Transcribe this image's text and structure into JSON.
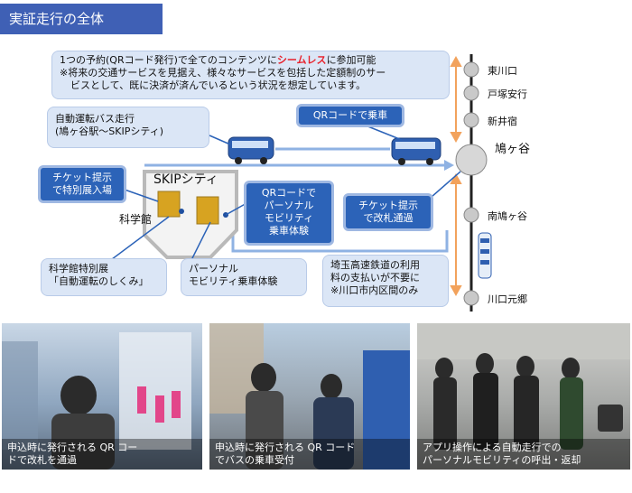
{
  "title": "実証走行の全体",
  "intro": {
    "line1_before": "1つの予約(QRコード発行)で全てのコンテンツに",
    "line1_accent": "シームレス",
    "line1_after": "に参加可能",
    "line2": "※将来の交通サービスを見据え、様々なサービスを包括した定額制のサー",
    "line3": "ビスとして、既に決済が済んでいるという状況を想定しています。"
  },
  "bus_route": {
    "line1": "自動運転バス走行",
    "line2": "(鳩ヶ谷駅～SKIPシティ)"
  },
  "qr_boarding": "QRコードで乗車",
  "ticket_exhibit": {
    "line1": "チケット提示",
    "line2": "で特別展入場"
  },
  "skip_city": "SKIPシティ",
  "science_museum": "科学館",
  "qr_mobility": {
    "line1": "QRコードで",
    "line2": "パーソナル",
    "line3": "モビリティ",
    "line4": "乗車体験"
  },
  "ticket_gate": {
    "line1": "チケット提示",
    "line2": "で改札通過"
  },
  "exhibit_label": {
    "line1": "科学館特別展",
    "line2": "「自動運転のしくみ」"
  },
  "mobility_label": {
    "line1": "パーソナル",
    "line2": "モビリティ乗車体験"
  },
  "railway_note": {
    "line1": "埼玉高速鉄道の利用",
    "line2": "料の支払いが不要に",
    "line3": "※川口市内区間のみ"
  },
  "stations": [
    "東川口",
    "戸塚安行",
    "新井宿",
    "鳩ヶ谷",
    "南鳩ヶ谷",
    "川口元郷"
  ],
  "photos": [
    {
      "caption_line1": "申込時に発行される QR コー",
      "caption_line2": "ドで改札を通過"
    },
    {
      "caption_line1": "申込時に発行される QR コード",
      "caption_line2": "でバスの乗車受付"
    },
    {
      "caption_line1": "アプリ操作による自動走行での",
      "caption_line2": "パーソナルモビリティの呼出・返却"
    }
  ],
  "colors": {
    "title_bg": "#3f60b5",
    "accent": "#e8202a",
    "box_blue": "#2c63b8",
    "box_light": "#dbe6f6",
    "arrow_orange": "#f2a25c",
    "route_blue": "#8fb2e3"
  }
}
